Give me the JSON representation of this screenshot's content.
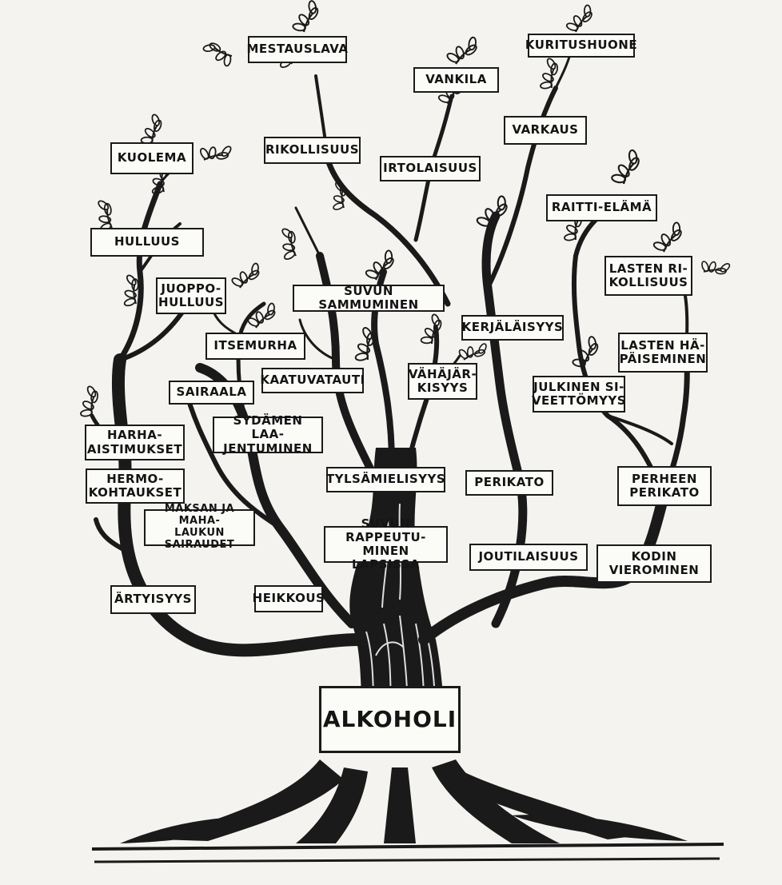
{
  "diagram": {
    "root": "ALKOHOLI",
    "labels": [
      {
        "id": "mestauslava",
        "text": "MESTAUSLAVA"
      },
      {
        "id": "kuritushuone",
        "text": "KURITUSHUONE"
      },
      {
        "id": "vankila",
        "text": "VANKILA"
      },
      {
        "id": "rikollisuus",
        "text": "RIKOLLISUUS"
      },
      {
        "id": "varkaus",
        "text": "VARKAUS"
      },
      {
        "id": "irtolaisuus",
        "text": "IRTOLAISUUS"
      },
      {
        "id": "kuolema",
        "text": "KUOLEMA"
      },
      {
        "id": "raitti-elama",
        "text": "RAITTI-ELÄMÄ"
      },
      {
        "id": "hulluus",
        "text": "HULLUUS"
      },
      {
        "id": "lasten-rikollisuus",
        "text": "LASTEN RI-\nKOLLISUUS"
      },
      {
        "id": "juoppohulluus",
        "text": "JUOPPO-\nHULLUUS"
      },
      {
        "id": "suvun-sammuminen",
        "text": "SUVUN SAMMUMINEN"
      },
      {
        "id": "kerjalaisyys",
        "text": "KERJÄLÄISYYS"
      },
      {
        "id": "itsemurha",
        "text": "ITSEMURHA"
      },
      {
        "id": "lasten-hapaiseminen",
        "text": "LASTEN HÄ-\nPÄISEMINEN"
      },
      {
        "id": "kaatuvatauti",
        "text": "KAATUVATAUTI"
      },
      {
        "id": "vahajarkisyys",
        "text": "VÄHÄJÄR-\nKISYYS"
      },
      {
        "id": "julkinen-siveettomyys",
        "text": "JULKINEN SI-\nVEETTÖMYYS"
      },
      {
        "id": "sairaala",
        "text": "SAIRAALA"
      },
      {
        "id": "sydamen-laajentuminen",
        "text": "SYDÄMEN LAA-\nJENTUMINEN"
      },
      {
        "id": "harha-aistimukset",
        "text": "HARHA-\nAISTIMUKSET"
      },
      {
        "id": "tylsamielisyys",
        "text": "TYLSÄMIELISYYS"
      },
      {
        "id": "perikato",
        "text": "PERIKATO"
      },
      {
        "id": "perheen-perikato",
        "text": "PERHEEN\nPERIKATO"
      },
      {
        "id": "hermokohtaukset",
        "text": "HERMO-\nKOHTAUKSET"
      },
      {
        "id": "maksan-ja-mahalaukun-sairaudet",
        "text": "MAKSAN JA MAHA-\nLAUKUN SAIRAUDET"
      },
      {
        "id": "suvun-rappeutuminen-lapsissa",
        "text": "SUVUN RAPPEUTU-\nMINEN LAPSISSA"
      },
      {
        "id": "joutilaisuus",
        "text": "JOUTILAISUUS"
      },
      {
        "id": "kodin-vieromine",
        "text": "KODIN\nVIEROMINEN"
      },
      {
        "id": "artyisyys",
        "text": "ÄRTYISYYS"
      },
      {
        "id": "heikkous",
        "text": "HEIKKOUS"
      }
    ]
  }
}
